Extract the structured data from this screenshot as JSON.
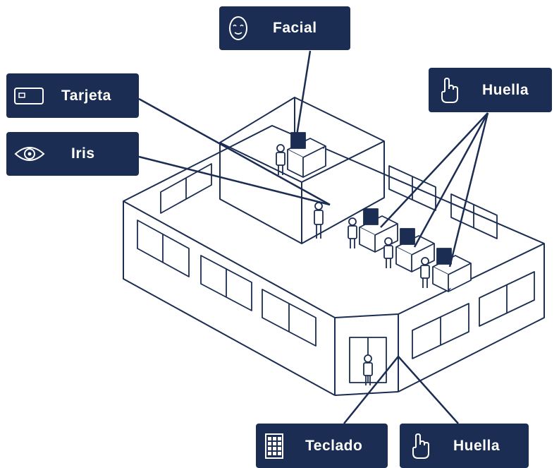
{
  "labels": {
    "facial": "Facial",
    "tarjeta": "Tarjeta",
    "iris": "Iris",
    "huella_top": "Huella",
    "teclado": "Teclado",
    "huella_bottom": "Huella"
  },
  "colors": {
    "label_bg": "#1b2d52",
    "line": "#1b2d52",
    "label_text": "#ffffff"
  }
}
